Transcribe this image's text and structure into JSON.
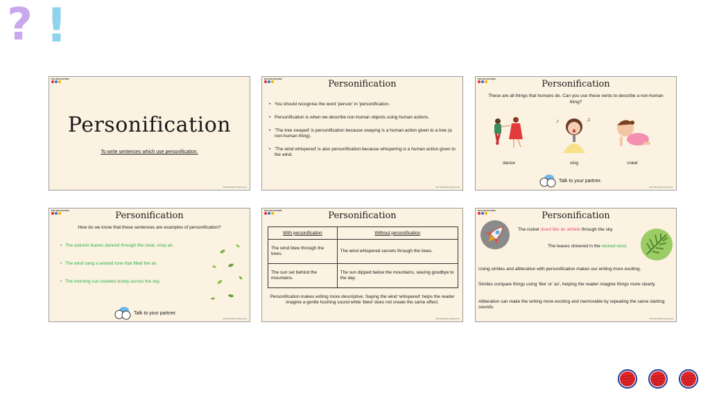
{
  "decor": {
    "question_mark": "?",
    "exclamation_mark": "!"
  },
  "logo": {
    "text": "PAX EDUCATION"
  },
  "credit": "Pax Education Resources",
  "colors": {
    "slide_bg": "#fbf2e1",
    "highlight_pink": "#e7487f",
    "highlight_green": "#2bb24c",
    "purple": "#c9a8ef",
    "cyan": "#8fd3ee",
    "red": "#e3262b"
  },
  "slides": [
    {
      "title": "Personification",
      "objective": "To write sentences which use personification."
    },
    {
      "title": "Personification",
      "bullets": [
        "You should recognise the word 'person' in 'personification.",
        "Personification is when we describe non-human objects using human actions.",
        "'The tree swayed' is personification because swaying is a human action given to a tree (a non-human thing).",
        "'The wind whispered' is also personification because whispering is a human action given to the wind."
      ]
    },
    {
      "title": "Personification",
      "question": "These are all things that humans do. Can you use these verbs to describe a non-human thing?",
      "verbs": [
        "dance",
        "sing",
        "crawl"
      ],
      "talk": "Talk to your partner."
    },
    {
      "title": "Personification",
      "question": "How do we know that these sentences are examples of personification?",
      "sentences": [
        "The autumn leaves danced through the clear, crisp air.",
        "The wind sang a wicked tune that filled the air.",
        "The morning sun crawled slowly across the sky."
      ],
      "talk": "Talk to your partner."
    },
    {
      "title": "Personification",
      "table": {
        "headers": [
          "With personification",
          "Without personification"
        ],
        "rows": [
          [
            "The wind blew through the trees.",
            "The wind whispered secrets through the trees."
          ],
          [
            "The sun set behind the mountains.",
            "The sun dipped below the mountains, waving goodbye to the day."
          ]
        ]
      },
      "note": "Personification makes writing more descriptive. Saying the wind 'whispered' helps the reader imagine a gentle hushing sound while 'blew' does not create the same effect."
    },
    {
      "title": "Personification",
      "rocket": {
        "before": "The rocket ",
        "highlight": "dived like an athlete",
        "after": " through the sky."
      },
      "leaves": {
        "before": "The leaves shivered in the ",
        "highlight": "wicked wind",
        "after": "."
      },
      "paragraphs": [
        "Using similes and alliteration with personification makes our writing more exciting.",
        "Similes compare things using 'like' or 'as', helping the reader imagine things more clearly.",
        "Alliteration can make the writing more exciting and memorable by repeating the same starting sounds."
      ]
    }
  ],
  "controls": [
    {
      "name": "red-scribble-button-1"
    },
    {
      "name": "red-scribble-button-2"
    },
    {
      "name": "red-scribble-button-3"
    }
  ]
}
